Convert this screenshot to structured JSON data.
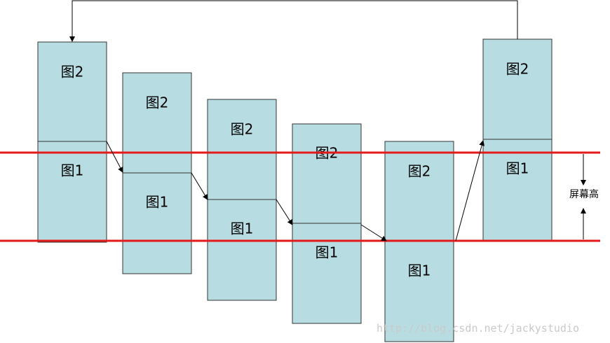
{
  "panels": [
    {
      "top_label": "图2",
      "bottom_label": "图1"
    },
    {
      "top_label": "图2",
      "bottom_label": "图1"
    },
    {
      "top_label": "图2",
      "bottom_label": "图1"
    },
    {
      "top_label": "图2",
      "bottom_label": "图1"
    },
    {
      "top_label": "图2",
      "bottom_label": "图1"
    },
    {
      "top_label": "图2",
      "bottom_label": "图1"
    }
  ],
  "screen_height_label": "屏幕高",
  "watermark": "http://blog.csdn.net/jackystudio",
  "colors": {
    "panel_fill": "#b7dde2",
    "red_line": "#e41a1a"
  }
}
